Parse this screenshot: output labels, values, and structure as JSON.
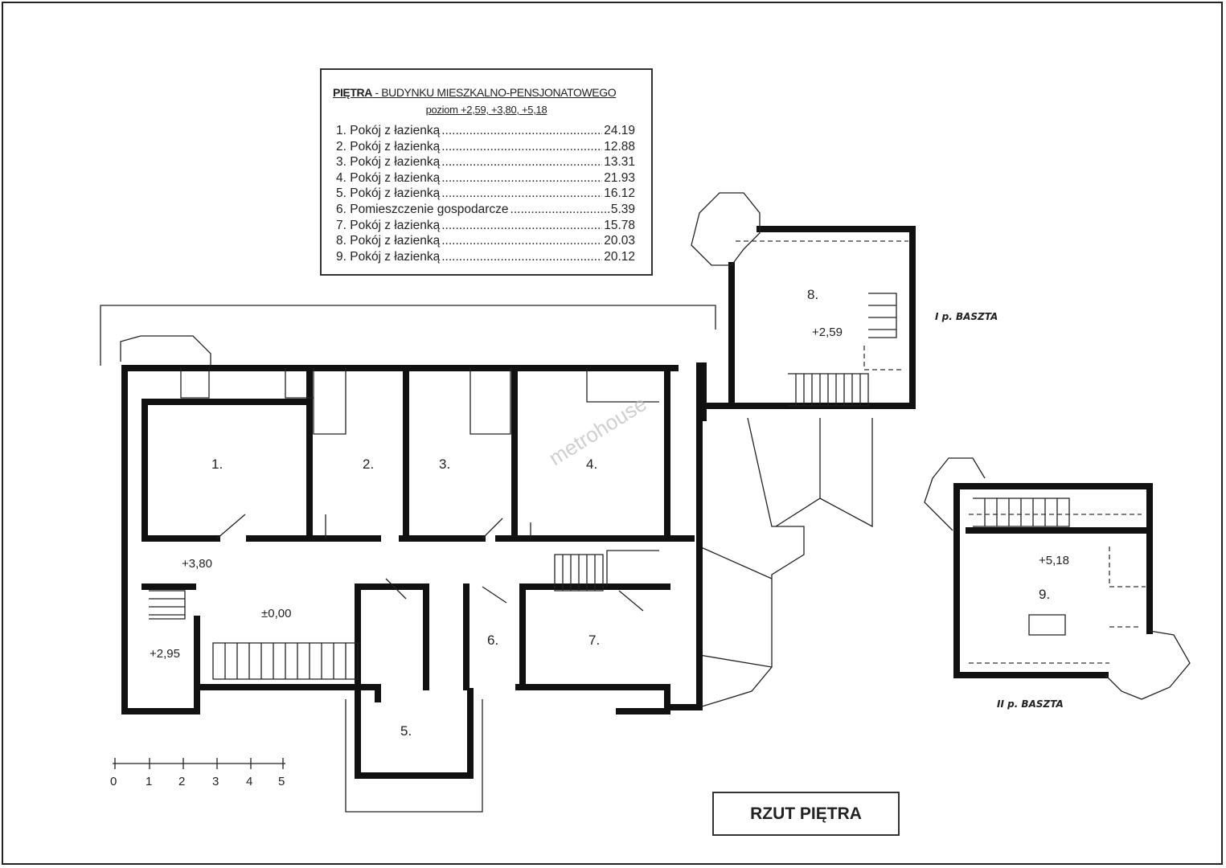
{
  "legend": {
    "title_bold": "PIĘTRA",
    "title_rest": " - BUDYNKU MIESZKALNO-PENSJONATOWEGO",
    "subtitle": "poziom +2,59, +3,80, +5,18",
    "rooms": [
      {
        "name": "1. Pokój z łazienką",
        "area": "24.19"
      },
      {
        "name": "2. Pokój z łazienką",
        "area": "12.88"
      },
      {
        "name": "3. Pokój z łazienką",
        "area": "13.31"
      },
      {
        "name": "4. Pokój z łazienką",
        "area": "21.93"
      },
      {
        "name": "5. Pokój z łazienką",
        "area": "16.12"
      },
      {
        "name": "6. Pomieszczenie gospodarcze",
        "area": "5.39"
      },
      {
        "name": "7. Pokój z łazienką",
        "area": "15.78"
      },
      {
        "name": "8. Pokój z łazienką",
        "area": "20.03"
      },
      {
        "name": "9. Pokój z łazienką",
        "area": "20.12"
      }
    ]
  },
  "plan": {
    "room_labels": [
      "1.",
      "2.",
      "3.",
      "4.",
      "5.",
      "6.",
      "7.",
      "8.",
      "9."
    ],
    "levels": {
      "corridor": "+3,80",
      "stair": "±0,00",
      "landing": "+2,95",
      "tower1": "+2,59",
      "tower2": "+5,18"
    },
    "tower1_note": "I p. BASZTA",
    "tower2_note": "II p. BASZTA",
    "watermark": "metrohouse"
  },
  "scale": {
    "ticks": [
      "0",
      "1",
      "2",
      "3",
      "4",
      "5"
    ]
  },
  "stamp": {
    "label": "RZUT PIĘTRA"
  }
}
